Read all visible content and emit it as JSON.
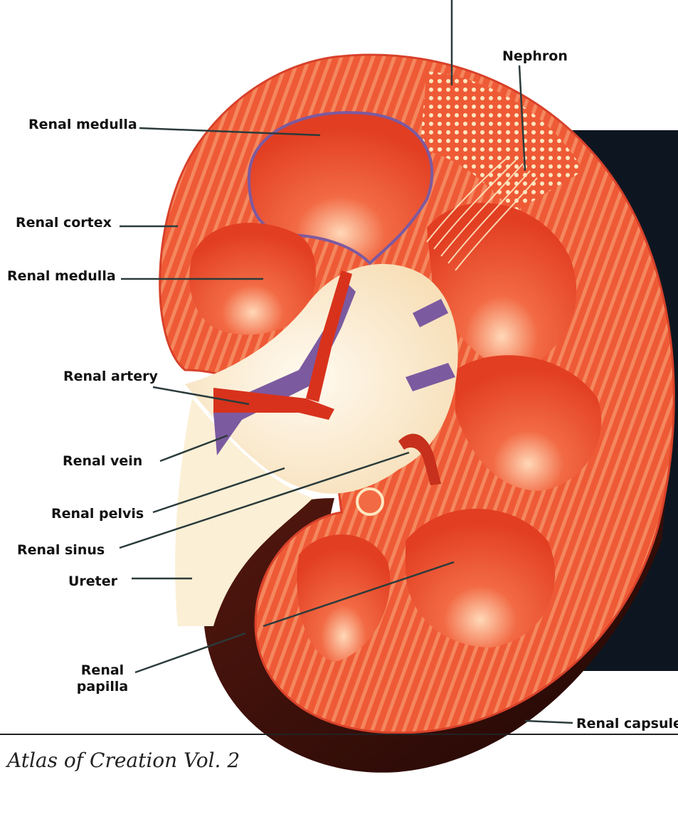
{
  "figure": {
    "labels": {
      "nephron": "Nephron",
      "renal_medulla_top": "Renal medulla",
      "renal_cortex": "Renal cortex",
      "renal_medulla_mid": "Renal medulla",
      "renal_artery": "Renal artery",
      "renal_vein": "Renal vein",
      "renal_pelvis": "Renal pelvis",
      "renal_sinus": "Renal sinus",
      "ureter": "Ureter",
      "renal_papilla_line1": "Renal",
      "renal_papilla_line2": "papilla",
      "renal_capsule": "Renal capsule"
    },
    "colors": {
      "tissue": "#e8482c",
      "tissue_dark": "#c7301c",
      "tissue_light": "#f58a5e",
      "sinus_fat": "#fbeed0",
      "vein": "#7c5aa0",
      "capsule": "#3a0f0a",
      "background_panel": "#0d1620"
    }
  },
  "footer": {
    "caption": "Atlas of Creation Vol. 2"
  }
}
